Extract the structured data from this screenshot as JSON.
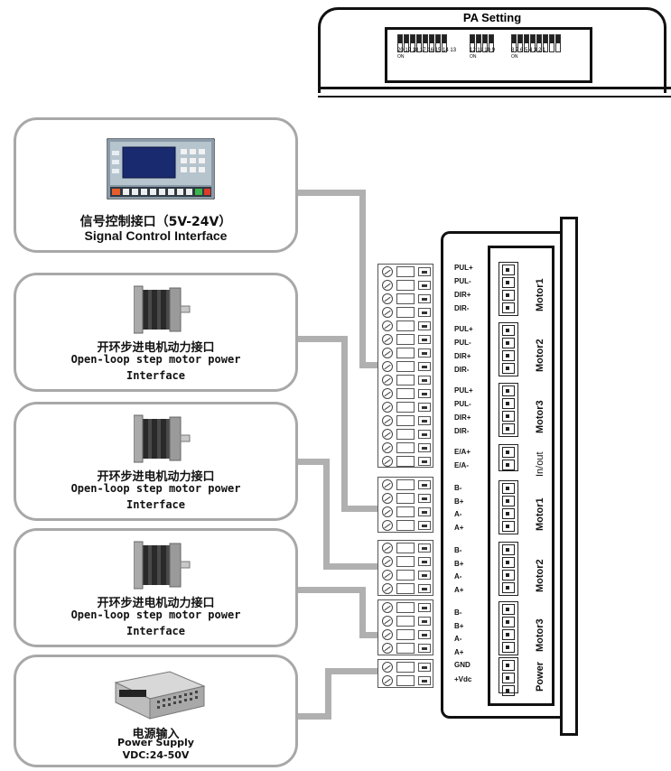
{
  "pa_setting": {
    "title": "PA Setting",
    "switch_groups": [
      {
        "numbers": "20 19 18 17 16 15 14 13",
        "on_label": "ON"
      },
      {
        "numbers": "12 11 10 9",
        "on_label": "ON"
      },
      {
        "numbers": "8 7 6 5 4 3 2 1",
        "on_label": "ON"
      }
    ]
  },
  "panels": [
    {
      "cn": "信号控制接口（5V-24V）",
      "en": "Signal Control Interface"
    },
    {
      "cn": "开环步进电机动力接口",
      "en_line1": "Open-loop step motor power",
      "en_line2": "Interface"
    },
    {
      "cn": "开环步进电机动力接口",
      "en_line1": "Open-loop step motor power",
      "en_line2": "Interface"
    },
    {
      "cn": "开环步进电机动力接口",
      "en_line1": "Open-loop step motor power",
      "en_line2": "Interface"
    },
    {
      "cn": "电源输入",
      "en_line1": "Power Supply",
      "en_line2": "VDC:24-50V"
    }
  ],
  "driver": {
    "signal_pins": [
      "PUL+",
      "PUL-",
      "DIR+",
      "DIR-",
      "PUL+",
      "PUL-",
      "DIR+",
      "DIR-",
      "PUL+",
      "PUL-",
      "DIR+",
      "DIR-",
      "E/A+",
      "E/A-"
    ],
    "motor_pins": [
      "B-",
      "B+",
      "A-",
      "A+",
      "B-",
      "B+",
      "A-",
      "A+",
      "B-",
      "B+",
      "A-",
      "A+"
    ],
    "power_pins": [
      "GND",
      "+Vdc"
    ],
    "group_labels": [
      "Motor1",
      "Motor2",
      "Motor3",
      "In/out",
      "Motor1",
      "Motor2",
      "Motor3",
      "Power"
    ]
  }
}
